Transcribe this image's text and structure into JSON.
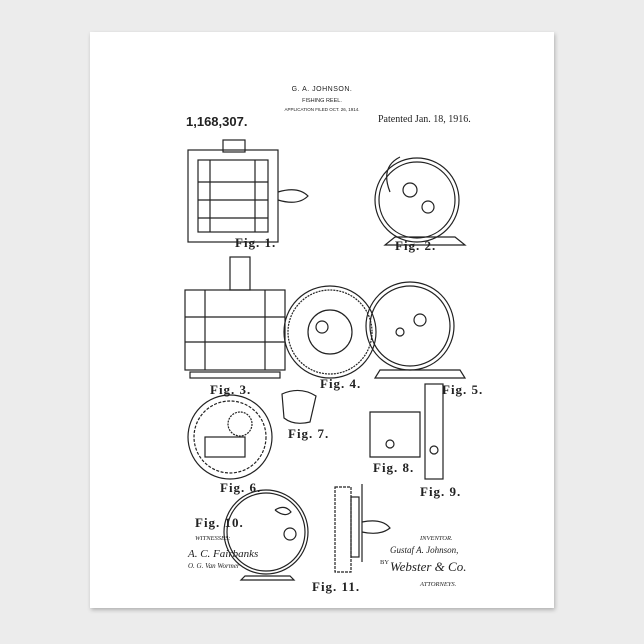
{
  "header": {
    "inventor": "G. A. JOHNSON.",
    "title": "FISHING REEL.",
    "filed": "APPLICATION FILED OCT. 26, 1914.",
    "patent_number": "1,168,307.",
    "patented": "Patented Jan. 18, 1916."
  },
  "figures": [
    "Fig. 1.",
    "Fig. 2.",
    "Fig. 3.",
    "Fig. 4.",
    "Fig. 5.",
    "Fig. 6.",
    "Fig. 7.",
    "Fig. 8.",
    "Fig. 9.",
    "Fig. 10.",
    "Fig. 11."
  ],
  "footer": {
    "witnesses_label": "WITNESSES:",
    "witness_1": "A. C. Fairbanks",
    "witness_2": "O. G. Van Wormer",
    "inventor_label": "INVENTOR.",
    "inventor_signature": "Gustaf A. Johnson,",
    "by": "BY",
    "attorneys_signature": "Webster & Co.",
    "attorneys_label": "ATTORNEYS."
  },
  "colors": {
    "background": "#ececec",
    "paper": "#ffffff",
    "ink": "#222222"
  }
}
